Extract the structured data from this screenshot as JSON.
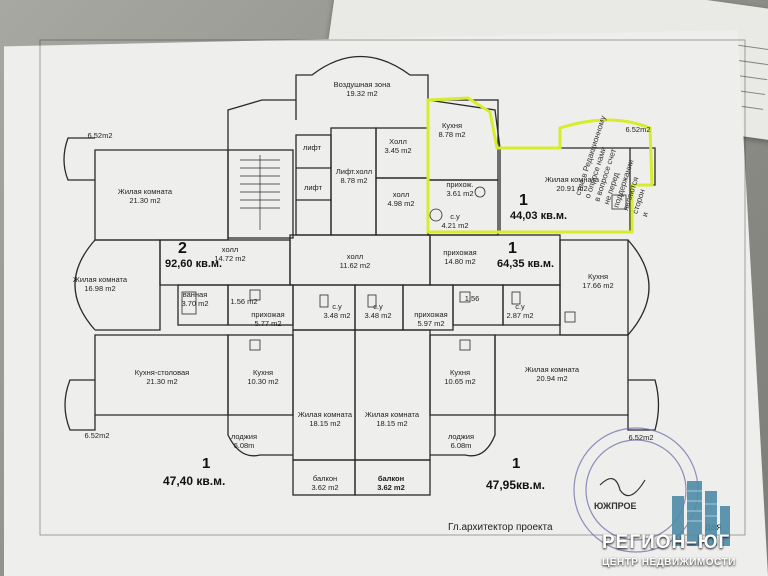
{
  "sheet_text": {
    "side_text": [
      "стве в Редакционному",
      "о опросе нами",
      "в вопросе счет",
      "не перед",
      "поддержании",
      "являются",
      "сторон",
      "и"
    ]
  },
  "rooms": {
    "air_zone": {
      "name": "Воздушная зона",
      "area": "19.32 m2"
    },
    "lift_1": {
      "name": "лифт"
    },
    "lift_2": {
      "name": "лифт"
    },
    "lift_hall": {
      "name": "Лифт.холл",
      "area": "8.78 m2"
    },
    "hall_top": {
      "name": "Холл",
      "area": "3.45 m2"
    },
    "hall_mid": {
      "name": "холл",
      "area": "4.98 m2"
    },
    "kitchen_top": {
      "name": "Кухня",
      "area": "8.78 m2"
    },
    "entry_top": {
      "name": "прихож.",
      "area": "3.61 m2"
    },
    "bath_top": {
      "name": "с.у",
      "area": "4.21 m2"
    },
    "living_top_right": {
      "name": "Жилая комната",
      "area": "20.91 m2"
    },
    "balcony_tr": {
      "area": "6.52m2"
    },
    "balcony_tl": {
      "area": "6.52m2"
    },
    "balcony_bl": {
      "area": "6.52m2"
    },
    "balcony_br": {
      "area": "6.52m2"
    },
    "living_top_left": {
      "name": "Жилая комната",
      "area": "21.30 m2"
    },
    "living_left": {
      "name": "Жилая комната",
      "area": "16.98 m2"
    },
    "hall_left": {
      "name": "холл",
      "area": "14.72 m2"
    },
    "hall_center": {
      "name": "холл",
      "area": "11.62 m2"
    },
    "entry_right": {
      "name": "прихожая",
      "area": "14.80 m2"
    },
    "kitchen_right": {
      "name": "Кухня",
      "area": "17.66 m2"
    },
    "bathroom_left": {
      "name": "ванная",
      "area": "3.70 m2"
    },
    "small_left": {
      "area": "1.56 m2"
    },
    "entry_mid_left": {
      "name": "прихожая",
      "area": "5.77 m2"
    },
    "wc_1": {
      "name": "с.у",
      "area": "3.48 m2"
    },
    "wc_2": {
      "name": "с.у",
      "area": "3.48 m2"
    },
    "entry_mid_right": {
      "name": "прихожая",
      "area": "5.97 m2"
    },
    "small_right": {
      "area": "1.56"
    },
    "wc_right": {
      "name": "с.у",
      "area": "2.87 m2"
    },
    "kitchen_dining": {
      "name": "Кухня-столовая",
      "area": "21.30 m2"
    },
    "kitchen_bl": {
      "name": "Кухня",
      "area": "10.30 m2"
    },
    "living_bc1": {
      "name": "Жилая комната",
      "area": "18.15 m2"
    },
    "living_bc2": {
      "name": "Жилая комната",
      "area": "18.15 m2"
    },
    "kitchen_br": {
      "name": "Кухня",
      "area": "10.65 m2"
    },
    "living_br": {
      "name": "Жилая комната",
      "area": "20.94 m2"
    },
    "loggia_l": {
      "name": "лоджия",
      "area": "6.08m"
    },
    "loggia_r": {
      "name": "лоджия",
      "area": "6.08m"
    },
    "balcony_b1": {
      "name": "балкон",
      "area": "3.62 m2"
    },
    "balcony_b2": {
      "name": "балкон",
      "area": "3.62 m2"
    }
  },
  "apartments": {
    "a1": {
      "rooms": "1",
      "area": "44,03 кв.м."
    },
    "a2": {
      "rooms": "2",
      "area": "92,60 кв.м."
    },
    "a3": {
      "rooms": "1",
      "area": "64,35 кв.м."
    },
    "a4": {
      "rooms": "1",
      "area": "47,40 кв.м."
    },
    "a5": {
      "rooms": "1",
      "area": "47,95кв.м."
    }
  },
  "footer": {
    "text": "Гл.архитектор проекта",
    "suffix": "дая"
  },
  "stamp": {
    "text": "ЮЖПРОЕ"
  },
  "logo": {
    "title": "РЕГИОН–ЮГ",
    "subtitle": "ЦЕНТР НЕДВИЖИМОСТИ"
  },
  "colors": {
    "plan_line": "#2a2a2a",
    "highlight": "#d7ec2a",
    "logo_bg": "#1f2a3a"
  }
}
